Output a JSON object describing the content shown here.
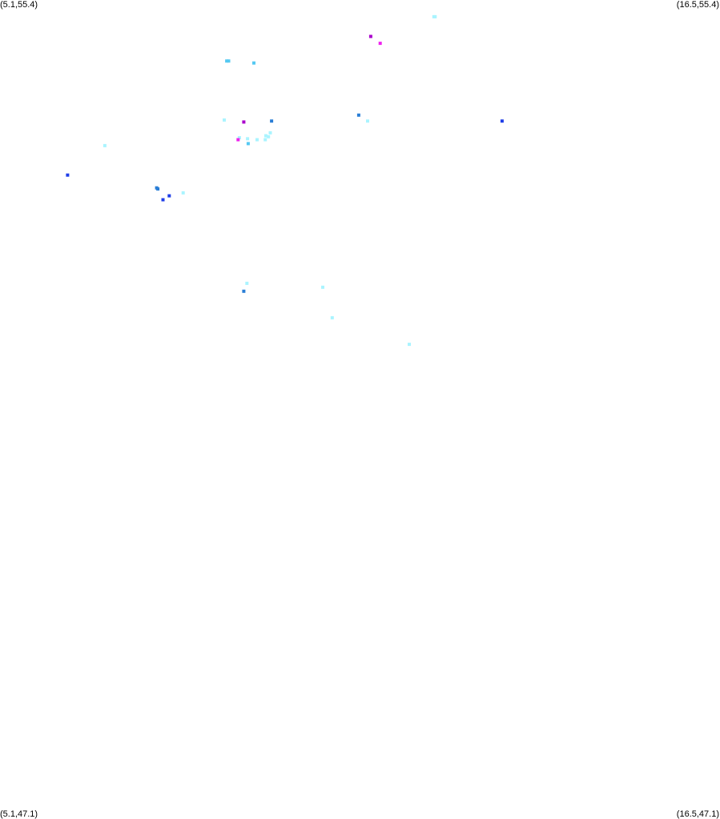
{
  "corners": {
    "top_left": "(5.1,55.4)",
    "top_right": "(16.5,55.4)",
    "bottom_left": "(5.1,47.1)",
    "bottom_right": "(16.5,47.1)"
  },
  "colors": {
    "background": "#ffffff",
    "pale_cyan": "#aaf4ff",
    "light_blue": "#55c9f2",
    "blue": "#2a7ed6",
    "dark_blue": "#1f3ee8",
    "magenta": "#ee22ee",
    "purple": "#aa00cc"
  },
  "chart_data": {
    "type": "scatter",
    "xlim": [
      5.1,
      16.5
    ],
    "ylim": [
      47.1,
      55.4
    ],
    "grid": false,
    "points": [
      {
        "x": 11.97,
        "y": 55.23,
        "color": "pale_cyan"
      },
      {
        "x": 11.99,
        "y": 55.23,
        "color": "pale_cyan"
      },
      {
        "x": 10.97,
        "y": 55.03,
        "color": "purple"
      },
      {
        "x": 11.12,
        "y": 54.96,
        "color": "magenta"
      },
      {
        "x": 8.69,
        "y": 54.78,
        "color": "light_blue"
      },
      {
        "x": 8.72,
        "y": 54.78,
        "color": "light_blue"
      },
      {
        "x": 9.12,
        "y": 54.76,
        "color": "light_blue"
      },
      {
        "x": 10.78,
        "y": 54.23,
        "color": "blue"
      },
      {
        "x": 8.65,
        "y": 54.18,
        "color": "pale_cyan"
      },
      {
        "x": 9.4,
        "y": 54.17,
        "color": "blue"
      },
      {
        "x": 10.92,
        "y": 54.17,
        "color": "pale_cyan"
      },
      {
        "x": 13.05,
        "y": 54.17,
        "color": "dark_blue"
      },
      {
        "x": 8.96,
        "y": 54.16,
        "color": "purple"
      },
      {
        "x": 9.38,
        "y": 54.05,
        "color": "pale_cyan"
      },
      {
        "x": 9.31,
        "y": 54.02,
        "color": "pale_cyan"
      },
      {
        "x": 9.35,
        "y": 54.01,
        "color": "pale_cyan"
      },
      {
        "x": 8.89,
        "y": 54.0,
        "color": "pale_cyan"
      },
      {
        "x": 9.02,
        "y": 53.99,
        "color": "pale_cyan"
      },
      {
        "x": 8.87,
        "y": 53.98,
        "color": "magenta"
      },
      {
        "x": 9.17,
        "y": 53.98,
        "color": "pale_cyan"
      },
      {
        "x": 9.3,
        "y": 53.98,
        "color": "pale_cyan"
      },
      {
        "x": 9.03,
        "y": 53.94,
        "color": "light_blue"
      },
      {
        "x": 6.76,
        "y": 53.92,
        "color": "pale_cyan"
      },
      {
        "x": 6.17,
        "y": 53.62,
        "color": "dark_blue"
      },
      {
        "x": 7.58,
        "y": 53.49,
        "color": "blue"
      },
      {
        "x": 7.6,
        "y": 53.48,
        "color": "blue"
      },
      {
        "x": 8.0,
        "y": 53.44,
        "color": "pale_cyan"
      },
      {
        "x": 7.78,
        "y": 53.41,
        "color": "dark_blue"
      },
      {
        "x": 7.68,
        "y": 53.37,
        "color": "dark_blue"
      },
      {
        "x": 9.01,
        "y": 52.52,
        "color": "pale_cyan"
      },
      {
        "x": 10.21,
        "y": 52.48,
        "color": "pale_cyan"
      },
      {
        "x": 8.96,
        "y": 52.44,
        "color": "blue"
      },
      {
        "x": 10.36,
        "y": 52.17,
        "color": "pale_cyan"
      },
      {
        "x": 11.58,
        "y": 51.9,
        "color": "pale_cyan"
      }
    ]
  }
}
